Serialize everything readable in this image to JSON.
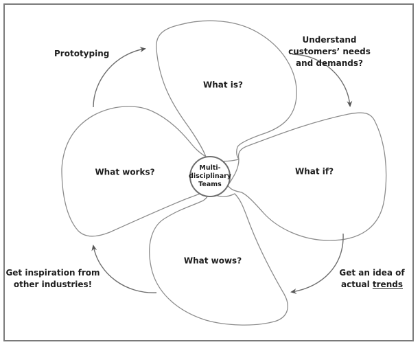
{
  "diagram": {
    "hub": {
      "lines": [
        "Multi-",
        "disciplinary",
        "Teams"
      ]
    },
    "petals": [
      {
        "id": "what-is",
        "label": "What is?"
      },
      {
        "id": "what-if",
        "label": "What if?"
      },
      {
        "id": "what-wows",
        "label": "What wows?"
      },
      {
        "id": "what-works",
        "label": "What works?"
      }
    ],
    "transitions": [
      {
        "id": "understand",
        "lines": [
          "Understand",
          "customers’ needs",
          "and demands?"
        ]
      },
      {
        "id": "trends",
        "line1": "Get an idea of",
        "line2_prefix": "actual ",
        "line2_underlined": "trends"
      },
      {
        "id": "inspiration",
        "lines": [
          "Get inspiration from",
          "other industries!"
        ]
      },
      {
        "id": "prototyping",
        "lines": [
          "Prototyping"
        ]
      }
    ],
    "colors": {
      "outline": "#8c8c8c",
      "text": "#1e1e1e",
      "frame": "#7a7a7a"
    }
  }
}
